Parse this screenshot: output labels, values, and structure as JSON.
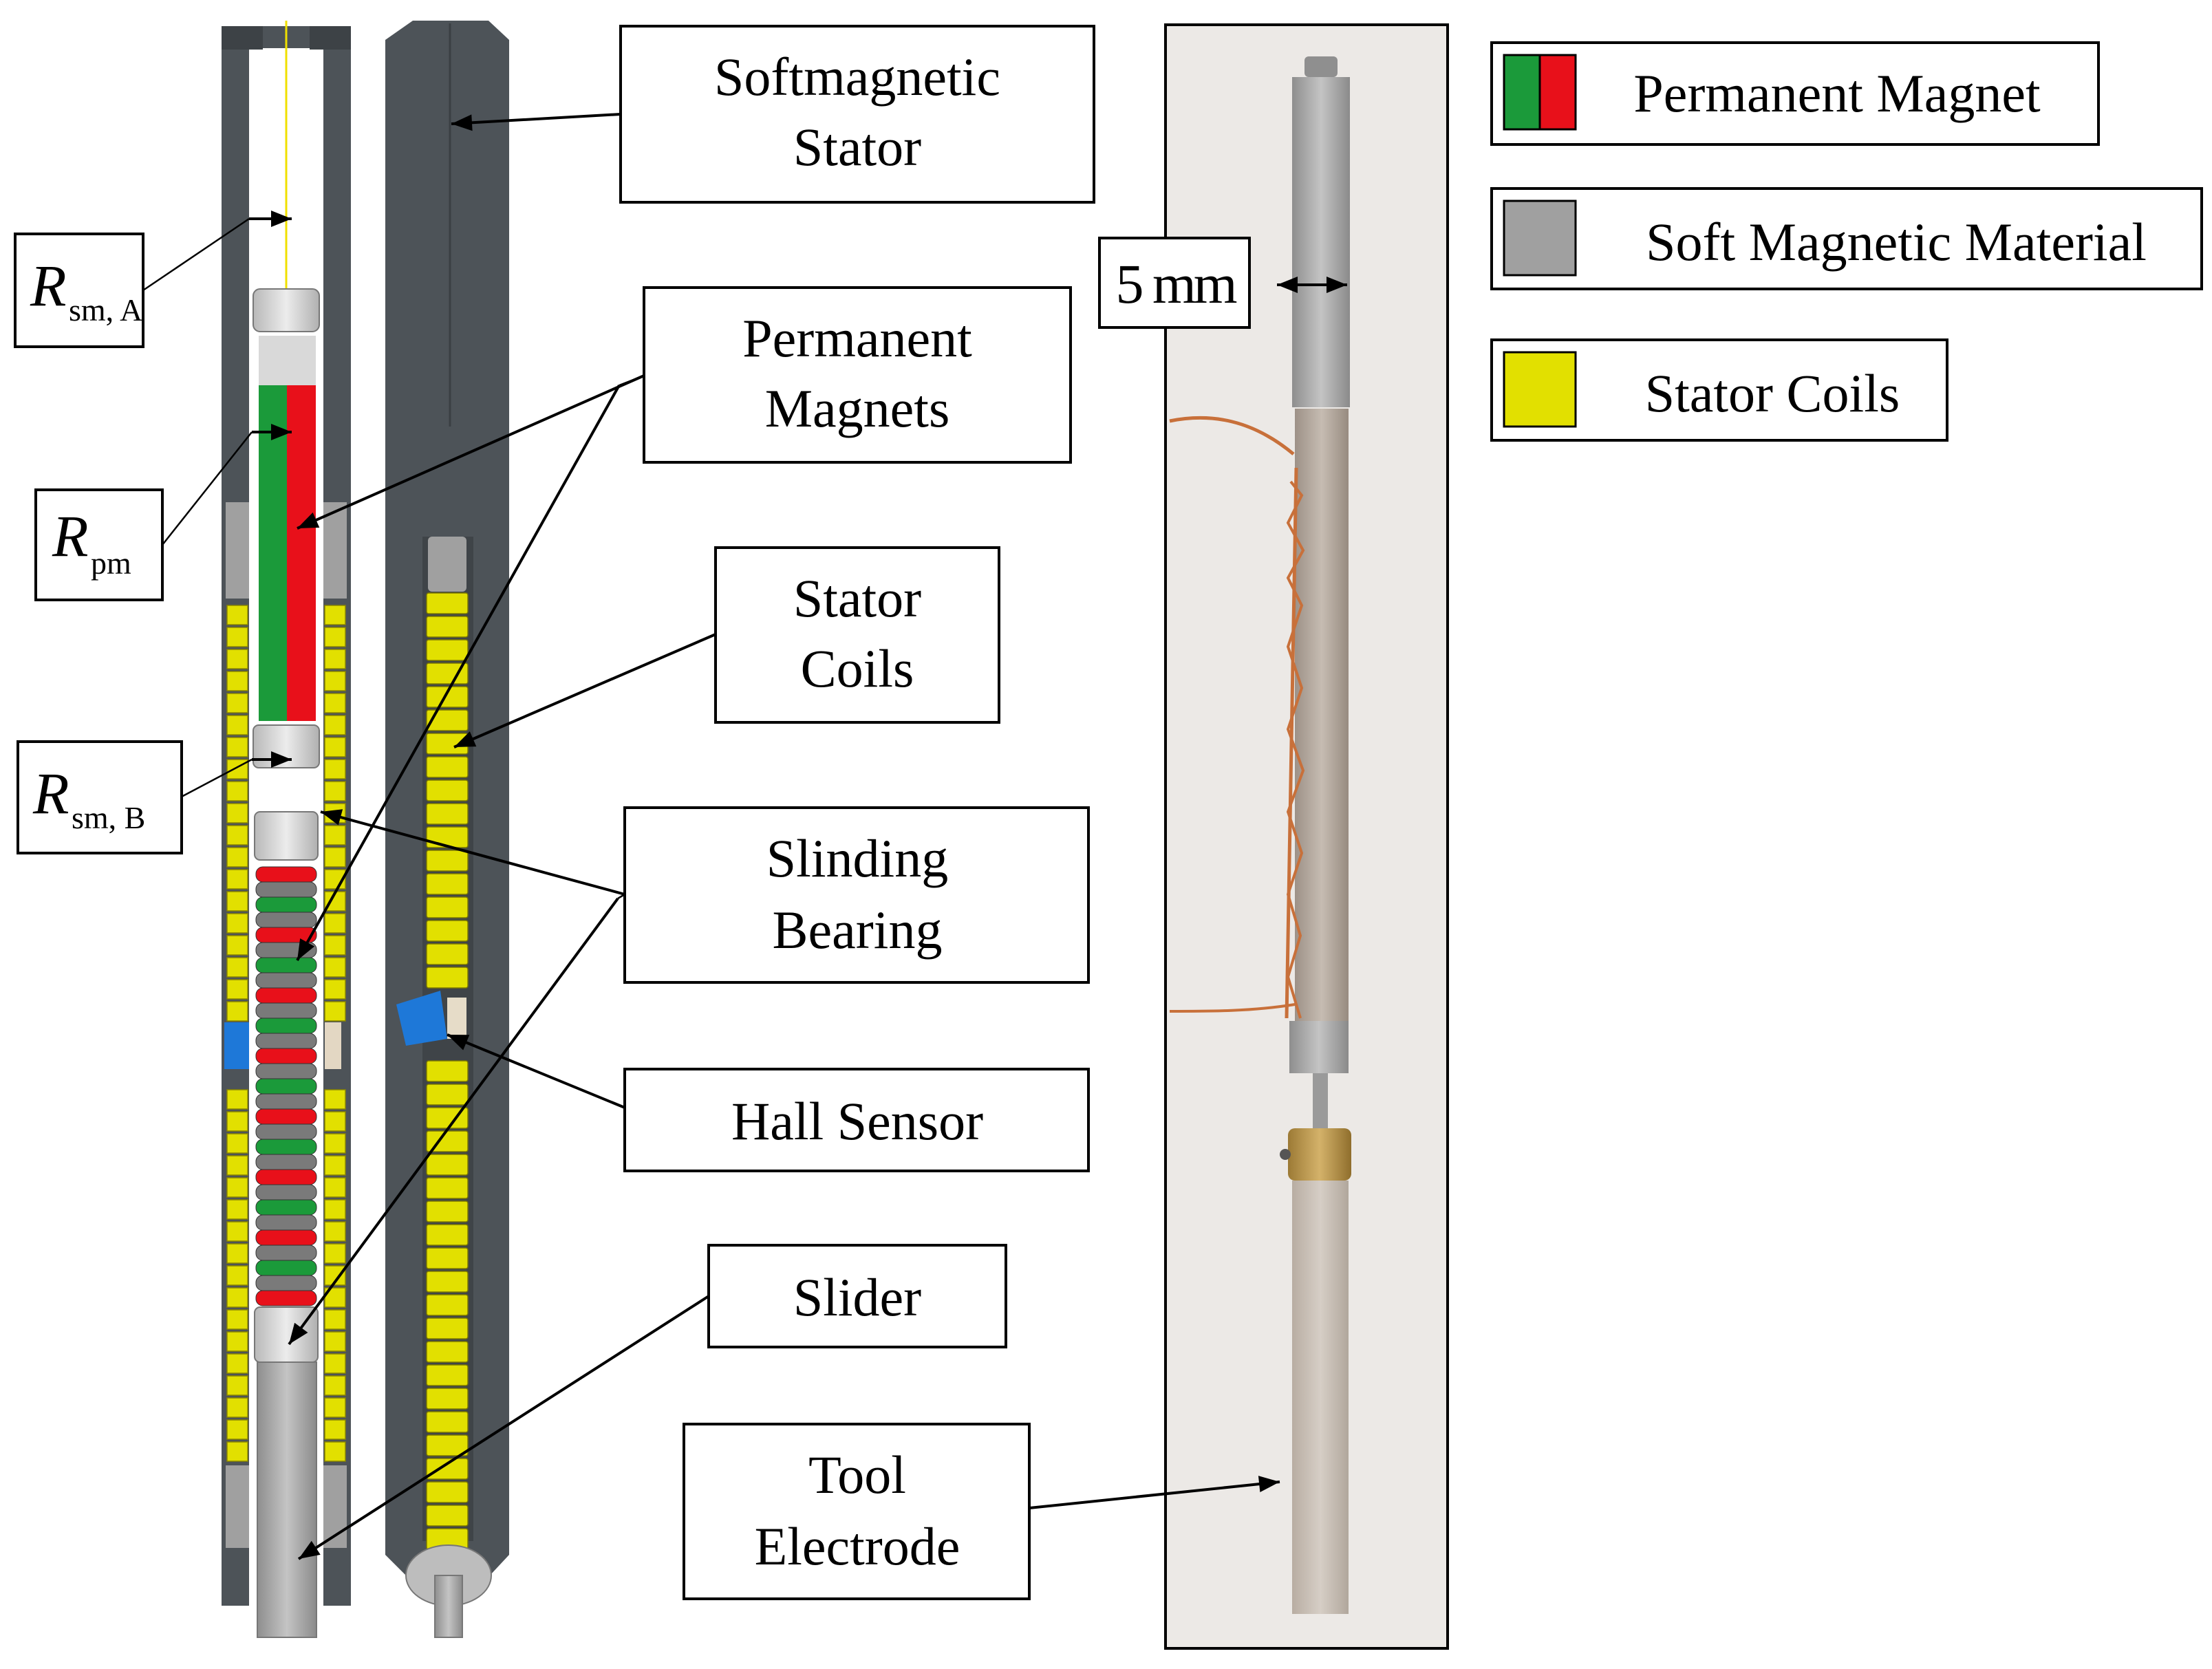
{
  "labels": {
    "softmagnetic_stator": [
      "Softmagnetic",
      "Stator"
    ],
    "permanent_magnets": [
      "Permanent",
      "Magnets"
    ],
    "stator_coils": [
      "Stator",
      "Coils"
    ],
    "sliding_bearing": [
      "Slinding",
      "Bearing"
    ],
    "hall_sensor": "Hall Sensor",
    "slider": "Slider",
    "tool_electrode": [
      "Tool",
      "Electrode"
    ],
    "scale": "5 mm"
  },
  "symbols": {
    "r_sm_a": {
      "main": "R",
      "sub": "sm, A"
    },
    "r_pm": {
      "main": "R",
      "sub": "pm"
    },
    "r_sm_b": {
      "main": "R",
      "sub": "sm, B"
    }
  },
  "legend": [
    {
      "label": "Permanent Magnet",
      "colors": [
        "#1b9a3a",
        "#e8101a"
      ]
    },
    {
      "label": "Soft Magnetic Material",
      "colors": [
        "#a0a0a0"
      ]
    },
    {
      "label": "Stator Coils",
      "colors": [
        "#e2e000"
      ]
    }
  ],
  "colors": {
    "stator": "#4d5358",
    "magnet_green": "#1b9a3a",
    "magnet_red": "#e8101a",
    "coil_yellow": "#e2e000",
    "soft_gray": "#a0a0a0",
    "sensor_blue": "#1e78d8",
    "photo_bg": "#ece9e6"
  }
}
